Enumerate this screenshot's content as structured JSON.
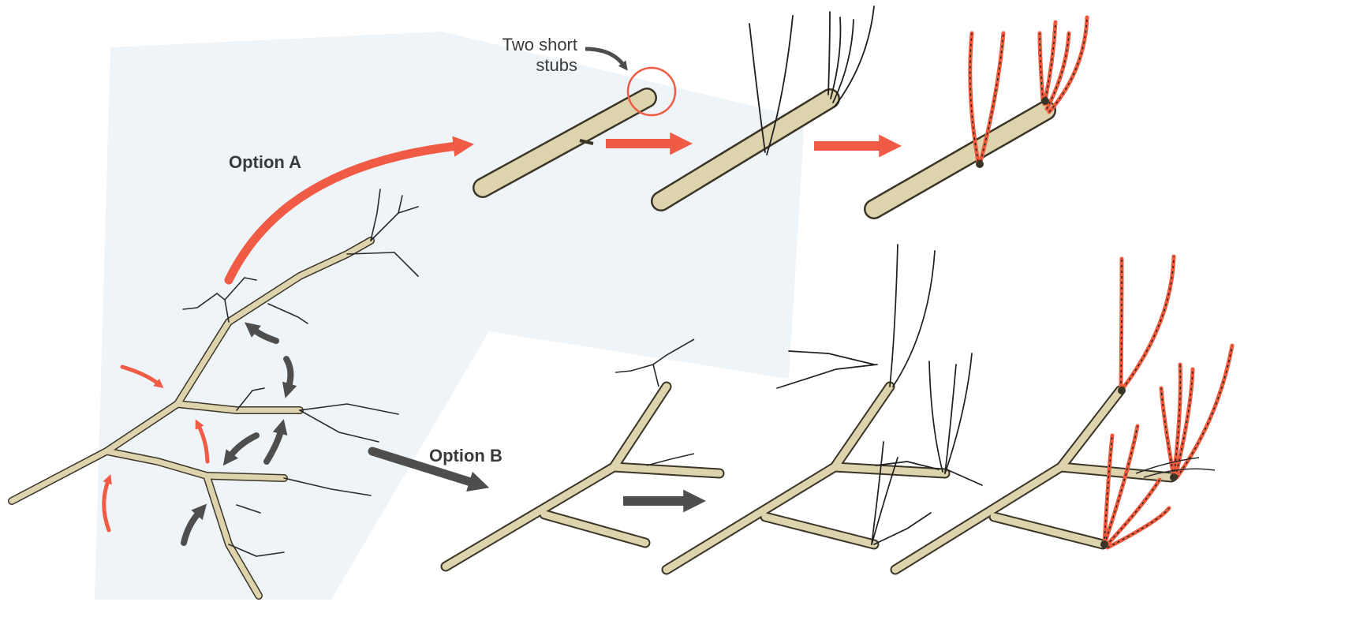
{
  "labels": {
    "callout": "Two short\nstubs",
    "option_a": "Option A",
    "option_b": "Option B"
  },
  "colors": {
    "branch_fill": "#ddd3ad",
    "branch_outline": "#3b3528",
    "shoot": "#1f1f1f",
    "new_growth": "#ee5a3c",
    "red_arrow": "#ef5b45",
    "gray_arrow": "#4e4e4e"
  }
}
